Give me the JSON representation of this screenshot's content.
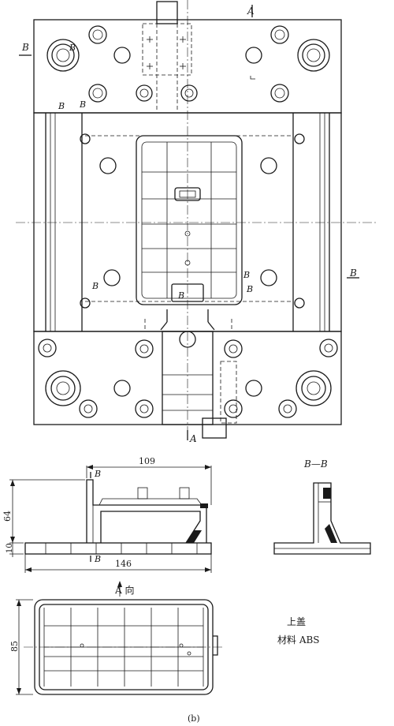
{
  "section_markers": {
    "a_top": "A",
    "a_bottom": "A",
    "b_left": "B",
    "b_right": "B",
    "b_plate_1": "B",
    "b_plate_2": "B",
    "b_plate_3": "B",
    "b_cavity_1": "B",
    "b_cavity_2": "B",
    "b_cavity_3": "B",
    "b_cavity_4": "B"
  },
  "side_view": {
    "dim_width": "109",
    "dim_length": "146",
    "dim_height": "64",
    "dim_base": "10",
    "marker_top": "B",
    "marker_bottom": "B"
  },
  "section_view": {
    "label": "B—B"
  },
  "bottom_view": {
    "label": "A 向",
    "dim_height": "85"
  },
  "part_info": {
    "name": "上盖",
    "material": "材料 ABS"
  },
  "caption": "(b)",
  "colors": {
    "ink": "#1a1a1a",
    "paper": "#ffffff"
  }
}
